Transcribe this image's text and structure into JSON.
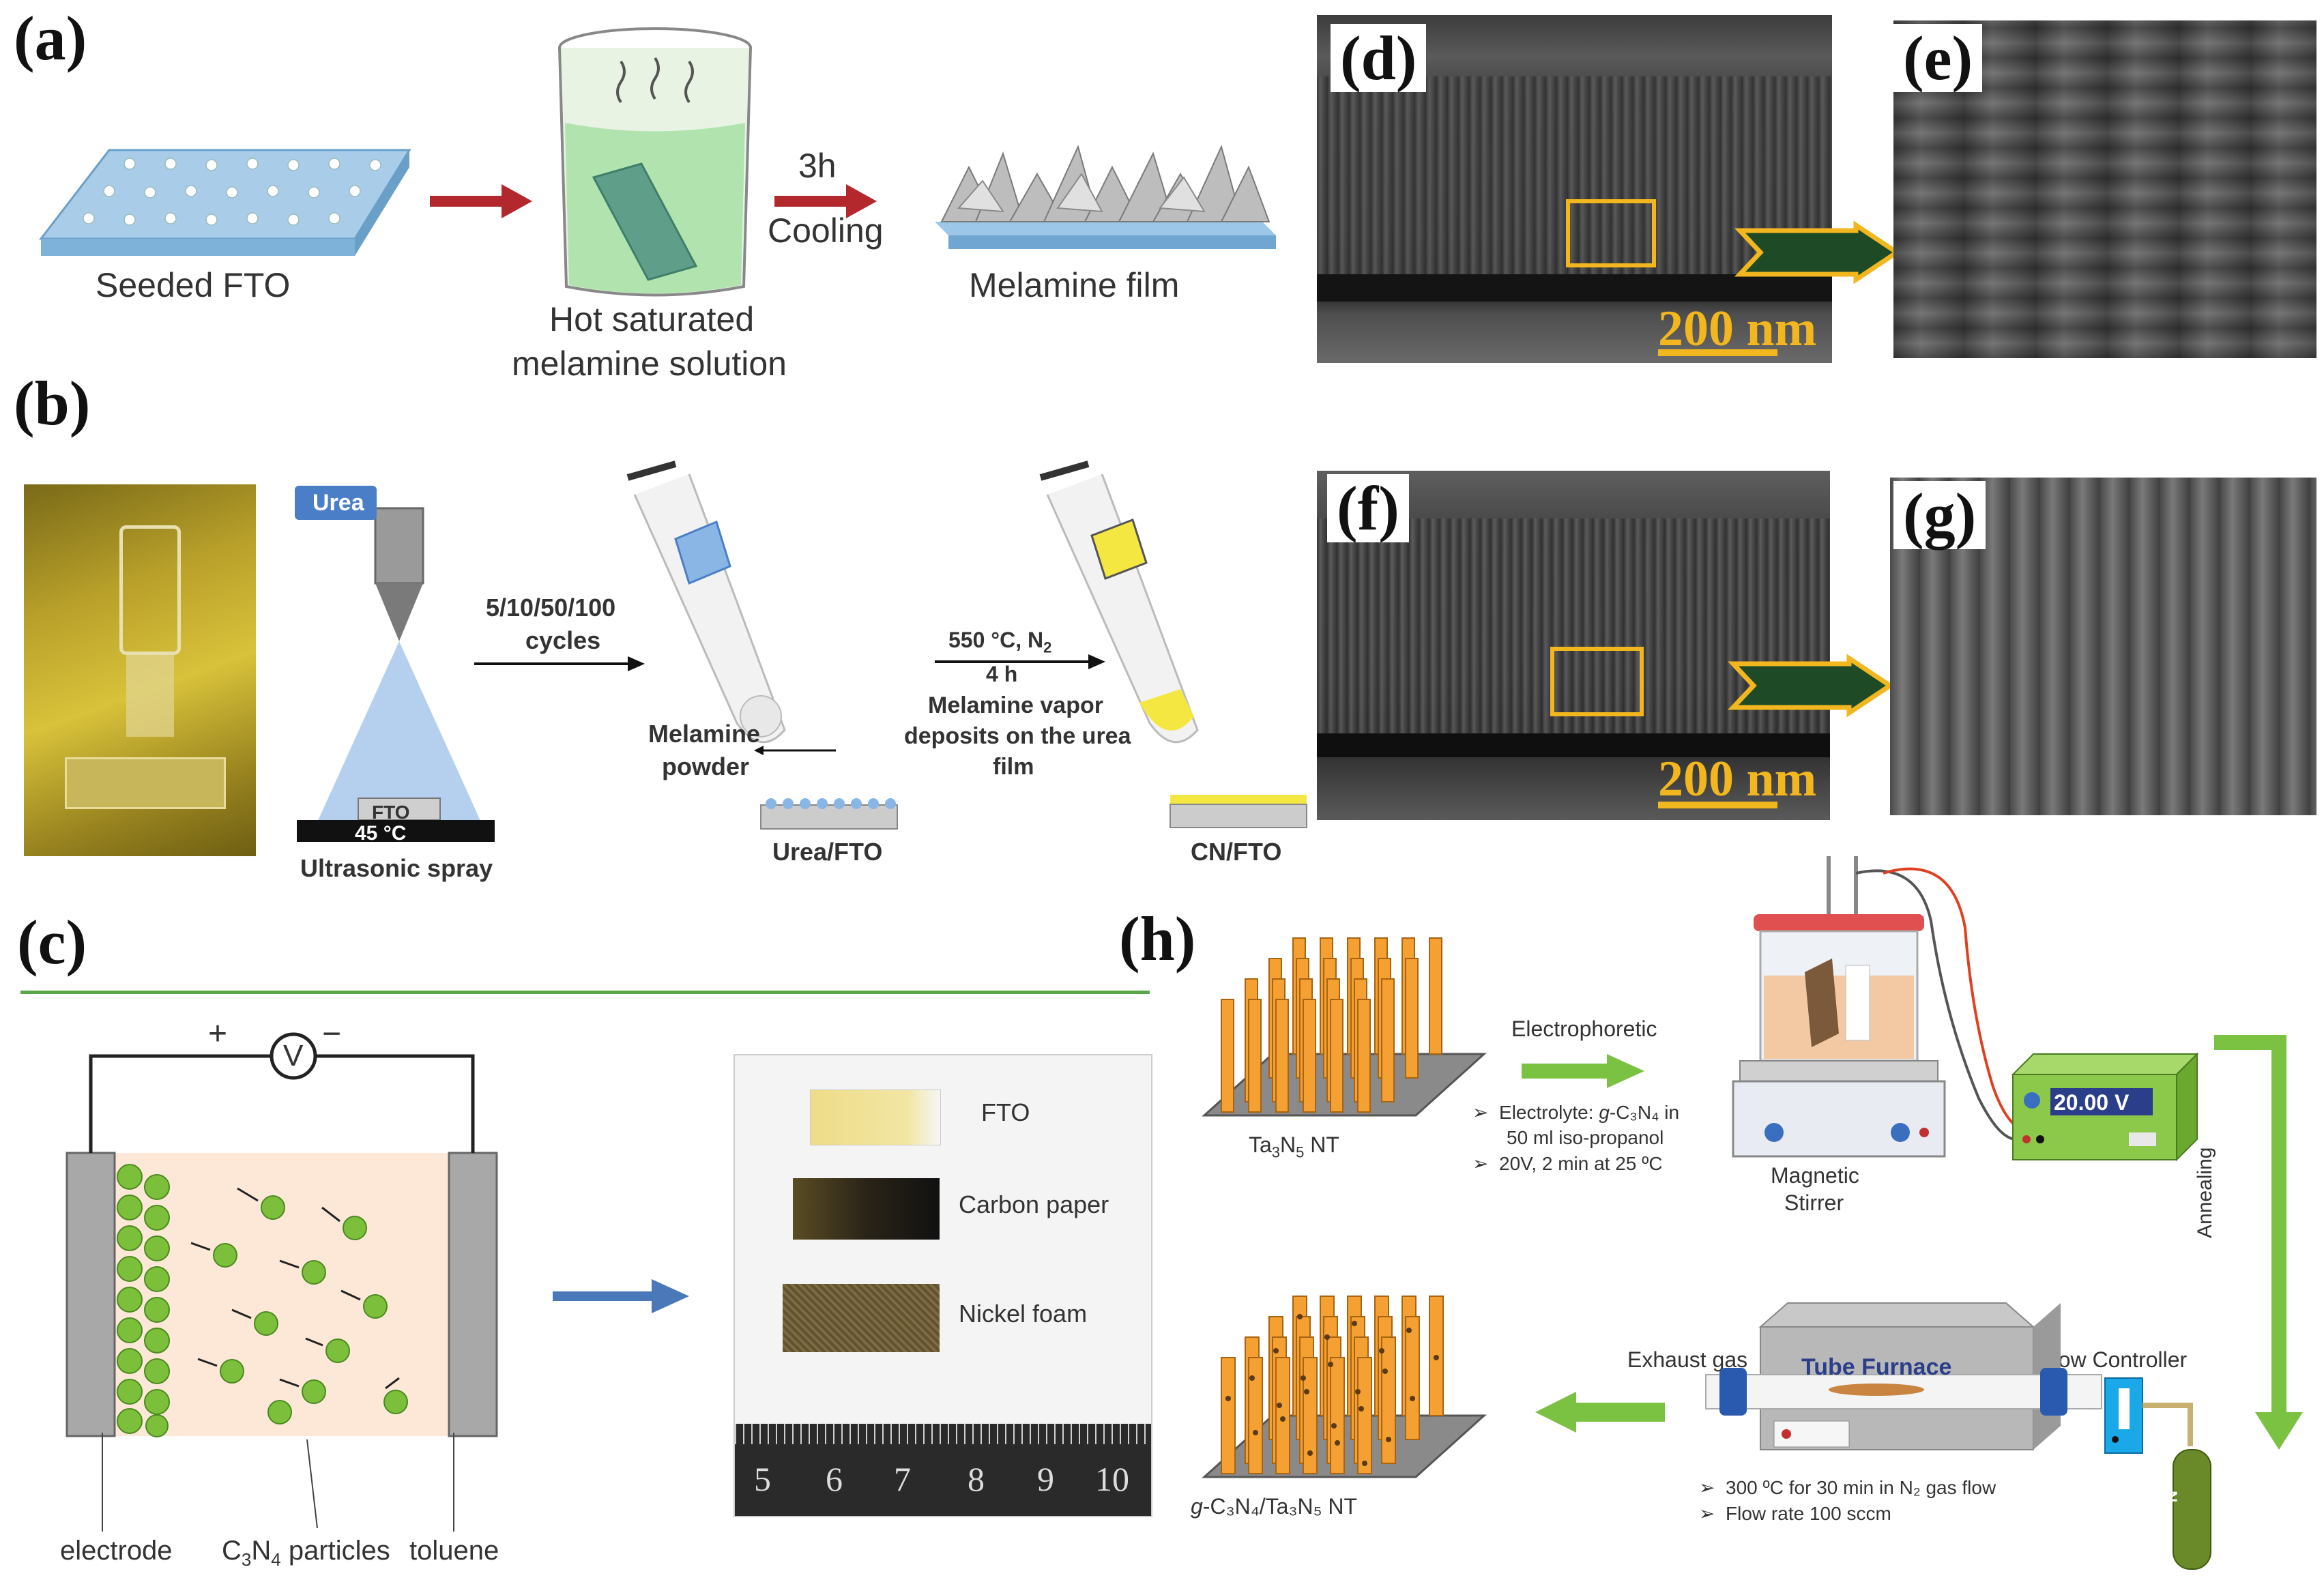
{
  "panels": {
    "a": {
      "label": "(a)",
      "seeded_fto": "Seeded FTO",
      "beaker_line1": "Hot saturated",
      "beaker_line2": "melamine solution",
      "time": "3h",
      "cooling": "Cooling",
      "film": "Melamine film"
    },
    "b": {
      "label": "(b)",
      "urea": "Urea",
      "fto": "FTO",
      "temp": "45 °C",
      "ultrasonic": "Ultrasonic spray",
      "cycles_line1": "5/10/50/100",
      "cycles_line2": "cycles",
      "melamine_line1": "Melamine",
      "melamine_line2": "powder",
      "urea_fto": "Urea/FTO",
      "cond_line1": "550 °C, N",
      "cond_sub": "2",
      "cond_line2": "4 h",
      "vapor_line1": "Melamine vapor",
      "vapor_line2": "deposits on the urea",
      "vapor_line3": "film",
      "cn_fto": "CN/FTO"
    },
    "c": {
      "label": "(c)",
      "plus": "+",
      "minus": "−",
      "volt": "V",
      "electrode": "electrode",
      "particles_pre": "C",
      "particles_sub1": "3",
      "particles_mid": "N",
      "particles_sub2": "4",
      "particles_post": " particles",
      "toluene": "toluene",
      "photo_fto": "FTO",
      "photo_carbon": "Carbon paper",
      "photo_nickel": "Nickel foam",
      "ruler_ticks": [
        "5",
        "6",
        "7",
        "8",
        "9",
        "10"
      ]
    },
    "d": {
      "label": "(d)",
      "scale": "200 nm"
    },
    "e": {
      "label": "(e)"
    },
    "f": {
      "label": "(f)",
      "scale": "200 nm"
    },
    "g": {
      "label": "(g)"
    },
    "h": {
      "label": "(h)",
      "nt_pre": "Ta",
      "nt_sub1": "3",
      "nt_mid": "N",
      "nt_sub2": "5",
      "nt_post": " NT",
      "electrophoretic": "Electrophoretic",
      "electrolyte_line1_pre": "Electrolyte: ",
      "electrolyte_line1_it": "g",
      "electrolyte_line1_post": "-C₃N₄ in",
      "electrolyte_line2": "50 ml iso-propanol",
      "electrolyte_line3": "20V, 2 min at 25 ºC",
      "stirrer_line1": "Magnetic",
      "stirrer_line2": "Stirrer",
      "voltage": "20.00 V",
      "annealing": "Annealing",
      "exhaust": "Exhaust gas",
      "tube_furnace": "Tube Furnace",
      "flow_controller": "Flow Controller",
      "furnace_note1": "300 ºC for 30 min in N₂ gas flow",
      "furnace_note2": "Flow rate 100 sccm",
      "gas": "N₂",
      "product_it": "g",
      "product_post": "-C₃N₄/Ta₃N₅ NT"
    }
  },
  "colors": {
    "red_arrow": "#b3282d",
    "green_arrow": "#7cc242",
    "blue_arrow": "#4a78b8",
    "orange_tube": "#f5a033",
    "yellow_box": "#f2b71f",
    "green_particle": "#7cbf3a"
  }
}
